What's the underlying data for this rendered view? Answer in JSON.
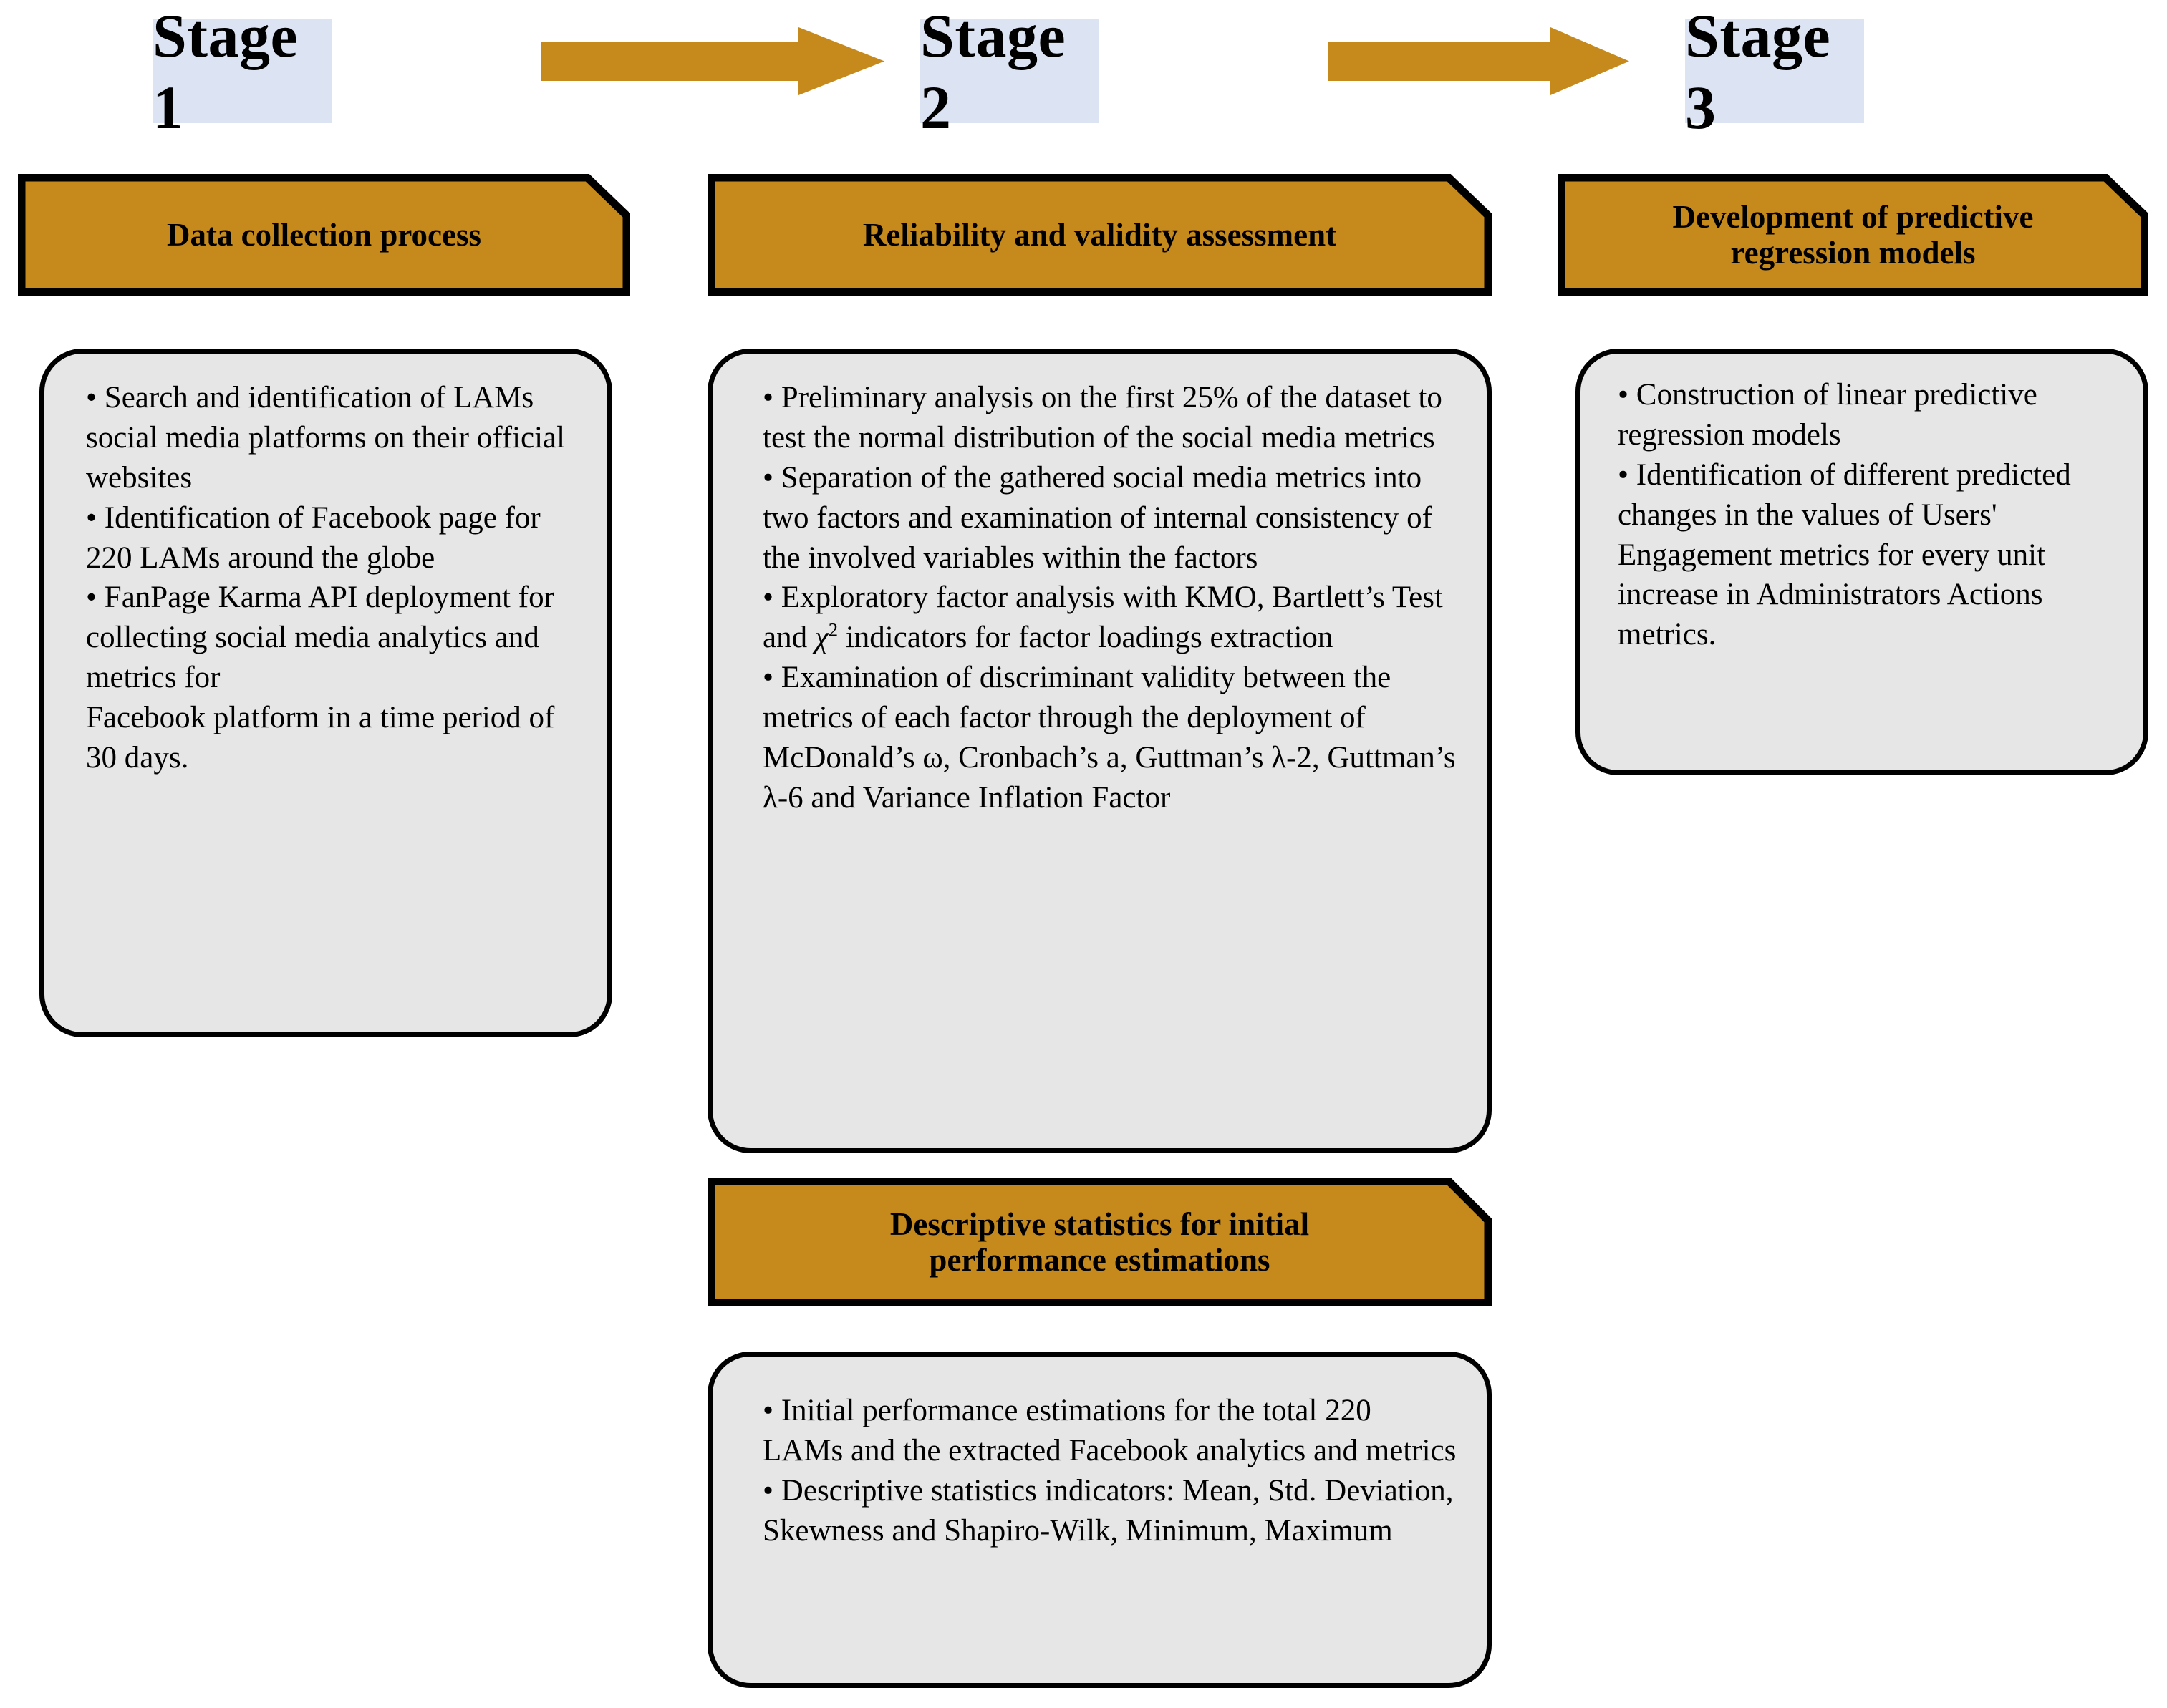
{
  "colors": {
    "accent_orange": "#c6891c",
    "stage_chip_blue": "#dce3f2",
    "body_box_gray": "#e6e6e6",
    "outline_black": "#000000"
  },
  "stages": [
    {
      "label": "Stage 1"
    },
    {
      "label": "Stage 2"
    },
    {
      "label": "Stage 3"
    }
  ],
  "arrows": [
    {
      "name": "arrow-stage1-to-stage2"
    },
    {
      "name": "arrow-stage2-to-stage3"
    }
  ],
  "columns": [
    {
      "id": "stage-1",
      "banner": "Data collection process",
      "body": "• Search and identification of LAMs social media platforms on their official websites\n• Identification of Facebook page for 220 LAMs around the globe\n• FanPage Karma API deployment for collecting social media analytics and metrics for\nFacebook platform in a time period of 30 days."
    },
    {
      "id": "stage-2",
      "banner": "Reliability and validity assessment",
      "body_prefix": "• Preliminary analysis on the first 25% of the dataset to test the normal distribution of the social media metrics\n• Separation of the gathered social media metrics into two factors and examination of internal consistency of the involved variables within the factors\n• Exploratory factor analysis with KMO, Bartlett’s Test and ",
      "body_chi": "χ",
      "body_chi_sup": "2",
      "body_suffix": " indicators for factor loadings extraction\n• Examination of discriminant validity between the metrics of each factor through the deployment of McDonald’s ω, Cronbach’s a, Guttman’s λ-2, Guttman’s λ-6 and Variance Inflation Factor",
      "banner2": "Descriptive statistics for initial\nperformance estimations",
      "body2": "• Initial performance estimations for the total 220 LAMs and the extracted Facebook analytics and metrics\n• Descriptive statistics indicators: Mean, Std. Deviation, Skewness and Shapiro-Wilk, Minimum, Maximum"
    },
    {
      "id": "stage-3",
      "banner": "Development of predictive\nregression models",
      "body": "• Construction of  linear predictive regression  models\n• Identification of different predicted changes in the values of Users' Engagement metrics for every unit increase in Administrators Actions metrics."
    }
  ]
}
